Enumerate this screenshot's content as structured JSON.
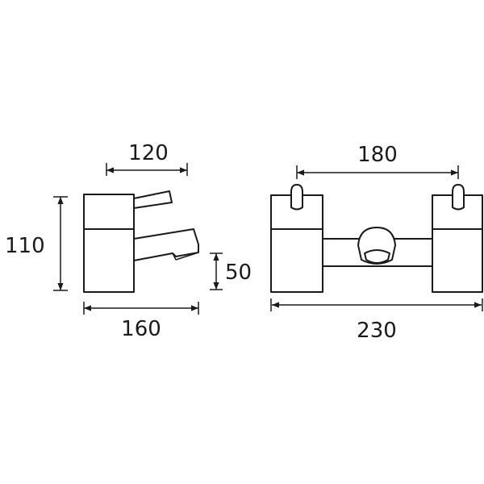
{
  "dimensions": {
    "side_depth_upper": "120",
    "side_height": "110",
    "side_spout_height": "50",
    "side_depth_overall": "160",
    "front_centres": "180",
    "front_width_overall": "230"
  }
}
